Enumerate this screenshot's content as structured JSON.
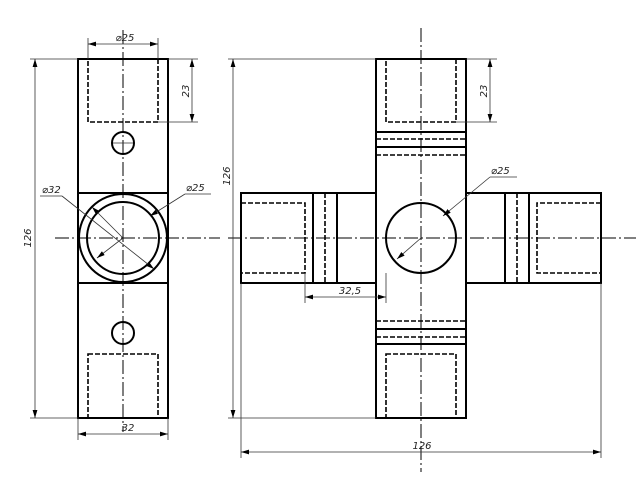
{
  "drawing": {
    "side_view": {
      "dim_top_diameter": "⌀25",
      "dim_cap_depth": "23",
      "dim_outer_diameter": "⌀32",
      "dim_inner_diameter": "⌀25",
      "dim_height": "126",
      "dim_width": "32"
    },
    "front_view": {
      "dim_height": "126",
      "dim_cap_depth": "23",
      "dim_hole_diameter": "⌀25",
      "dim_offset": "32,5",
      "dim_width": "126"
    }
  }
}
